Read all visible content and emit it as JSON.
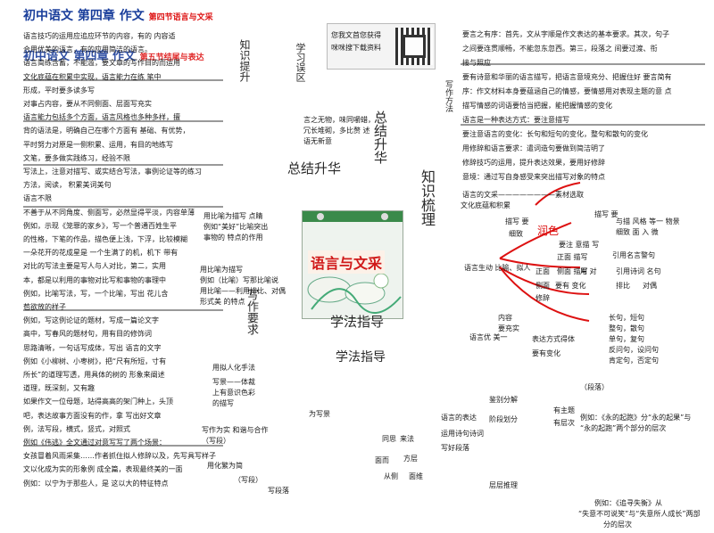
{
  "header": {
    "title": "初中语文 第四章 作文",
    "title_section": "第四节语言与文采",
    "title2": "初中语文 第四章 作文",
    "title2_section": "第五节结尾与表达"
  },
  "qr_caption": [
    "您我文首您获得",
    "咪咪搜下载资料"
  ],
  "center_label": "语言与文采",
  "branches": {
    "knowledge_lift": "知识提升",
    "learning_area": "学习误区",
    "summary": "总结升华",
    "knowledge_map": "知识梳理",
    "method_guide": "学法指导",
    "writing_req": "写作要求",
    "writing_method": "写作方法"
  },
  "left_col_texts": [
    "语言技巧的运用应追应环节的内容，有的 内容适",
    "合用优美的语言，有的应用简洁的语言。",
    "语言简练含蓄，不能滥，要文章的写作目的而运用",
    "文化底蕴在积累中实现，语言能力在练 笔中",
    "形成，平时要多读多写",
    "对事占内容，要从不同侧面、层面写充实",
    "语言能力包括多个方面，语言风格也多种多样，擅",
    "背的语法是，明确自己在哪个方面有 基础、有优势，",
    "平时努力对原是一侧积累、运用，有目的地练写",
    "文笔，要多做实践练习，经验不限",
    "写法上，注意对描写、或实结合写法，事例论证等的练习",
    "方法，阅读，   积累美词美句",
    "语言不限",
    "不善于从不同角度、侧面写，必然显得平淡，内容单薄",
    "例如，示现《笼罪的家乡》，写一个普通百姓生平",
    "的性格，下笔的作品，描色便上浅，下浮，比较模糊",
    "一朵花开的花成星是 一个生满了的机，机下 带有",
    "对比的写法主要是写人与人对比，第二，实用",
    "本，都是以利用的事物对比写和事物的事理中",
    "例如，比喻写法，写，一个比喻，写出 花儿含",
    "苞欲放的样子",
    "例如，写这例论证的题材，写成一篇论文字",
    "高中，写春风的题材句，用有目的修饰词",
    "思路清晰，一句话写成体，写出 语言的文字",
    "例如《小柳树、小枣树》，把“尺有所短，寸有",
    "所长”的道理写透，用具体的树的 形象来阐述",
    "道理，既深刻，又有趣",
    "如果作文一位母题，站得高高的架门种上，头顶",
    "吧，表达故事方面没有的作，拿 写出好文章",
    "例，法写段，横式，竖式，对照式",
    "例如《伟逃》全文通过对意写写了两个场景：",
    "女孩冒着风雨采集……作者抓住拟人修辞以及，先写具写样子",
    "文以化成为实的形象例 成全篇，表现最终美的一面",
    "例如：以宁为于那些人，是 这以大的特征特点"
  ],
  "mid_left_texts": [
    "言之无物，味同嚼蜡，",
    "冗长堆砌，多比赘 述",
    "语无新意",
    "用比喻为描写 点睛",
    "例如“美好”比喻突出",
    "事物的 特点的作用",
    "用比喻为描写",
    "例如（比喻）写那比喻说",
    "用比喻——利用排比、对偶",
    "形式美 的特点",
    "用拟人化手法",
    "写景——体裁",
    "上有意识色彩",
    "的描写",
    "写作为实 和谐与合作",
    "（写段）",
    "用化繁为简",
    "为写景",
    "（写段）",
    "写段落"
  ],
  "mid_right_texts": [
    "语言的文采————————素材选取",
    "文化底蕴和积累",
    "描写 要",
    "细致",
    "润色",
    "语言生动 比喻、拟人",
    "正面",
    "侧面",
    "修辞",
    "内容",
    "要充实",
    "语言优 美一",
    "表达方式得体",
    "要有变化",
    "鉴别分解",
    "阶段划分",
    "语言的表达",
    "运用诗句诗词",
    "写好段落",
    "层层推理",
    "同思",
    "来法",
    "面而",
    "方层",
    "从侧",
    "面维"
  ],
  "right_col_texts": [
    "要言之有序：首先，文从字顺是作文表达的基本要求。其次，句子",
    "之间要连贯顺畅，不能忽东忽西。第三，段落之 间要过渡、衔",
    "接与照应",
    "要有诗意和华丽的语言描写，把语言意境充分、把握住好 要言简有",
    "序：作文材料本身要蕴涵自己的情感，要情感用对表现主题的意 点",
    "描写情感的词语要恰当把握，能把握情感的变化",
    "语言是一种表达方式：要注意描写",
    "要注意语言的变化：长句和短句的变化，整句和散句的变化",
    "用修辞和语言要求：遣词造句要做到简洁明了",
    "修辞技巧的运用，提升表达效果，要用好修辞",
    "意境：通过写自身感受来突出描写对象的特点"
  ],
  "far_right_texts": [
    "描写 要",
    "与描 风格 等一 物景",
    "细致 面 入 微",
    "要注 意描 写",
    "正面 描写",
    "引用名言警句",
    "侧面 描写",
    "用 对",
    "引用诗词 名句",
    "要有 变化",
    "排比",
    "对偶",
    "长句，短句",
    "整句，散句",
    "单句，复句",
    "反问句，设问句",
    "肯定句，否定句",
    "（段落）",
    "有主题",
    "有层次",
    "例如：《永的起跑》分“永的起果”与",
    "“永的起跑”两个部分的层次",
    "例如：《追寻失衡》从",
    "“失意不可说笑”与“失意所人成长”两部",
    "分的层次"
  ],
  "colors": {
    "red_accent": "#d11",
    "blue_accent": "#1a3e9b",
    "branch_red": "#d11"
  }
}
